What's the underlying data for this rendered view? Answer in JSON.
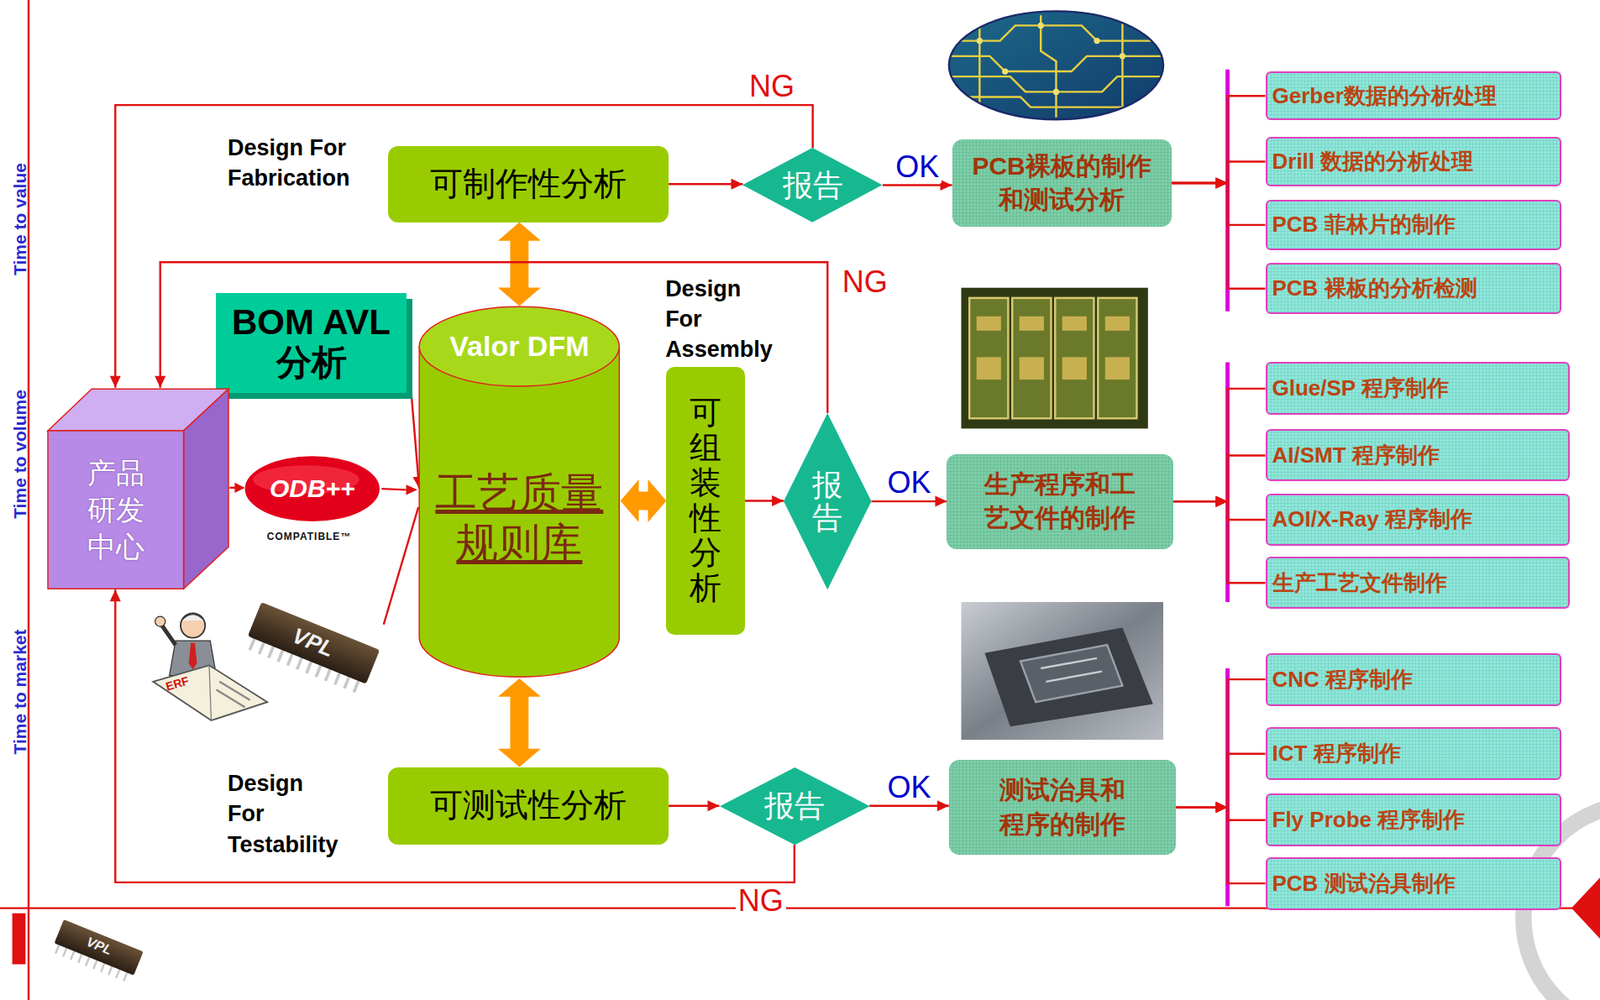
{
  "diagram": {
    "nodes": [
      {
        "text": [
          "可制作性分析"
        ]
      },
      {
        "text": [
          "报告"
        ]
      },
      {
        "text": [
          "PCB裸板的制作和测试分析"
        ]
      },
      {
        "text": [
          "Gerber数据的分析处理"
        ]
      },
      {
        "text": [
          "Drill 数据的分析处理"
        ]
      },
      {
        "text": [
          "PCB 菲林片的制作"
        ]
      },
      {
        "text": [
          "PCB 裸板的分析检测"
        ]
      },
      {
        "text": [
          "BOM AVL分析"
        ]
      },
      {
        "text": [
          "Valor DFM",
          "工艺质量规则库"
        ]
      },
      {
        "text": [
          "可组装性分析"
        ]
      },
      {
        "text": [
          "报告"
        ]
      },
      {
        "text": [
          "生产程序和工艺文件的制作"
        ]
      },
      {
        "text": [
          "Glue/SP 程序制作"
        ]
      },
      {
        "text": [
          "AI/SMT 程序制作"
        ]
      },
      {
        "text": [
          "AOI/X-Ray 程序制作"
        ]
      },
      {
        "text": [
          "生产工艺文件制作"
        ]
      },
      {
        "text": [
          "产品研发中心"
        ]
      },
      {
        "text": [
          "可测试性分析"
        ]
      },
      {
        "text": [
          "报告"
        ]
      },
      {
        "text": [
          "测试治具和程序的制作"
        ]
      },
      {
        "text": [
          "CNC 程序制作"
        ]
      },
      {
        "text": [
          "ICT 程序制作"
        ]
      },
      {
        "text": [
          "Fly Probe 程序制作"
        ]
      },
      {
        "text": [
          "PCB 测试治具制作"
        ]
      }
    ],
    "edges": [
      {
        "from": 0,
        "to": 1,
        "arrow": "to"
      },
      {
        "from": 1,
        "to": 2,
        "arrow": "to",
        "label": "OK"
      },
      {
        "from": 1,
        "to": 16,
        "arrow": "to",
        "label": "NG"
      },
      {
        "from": 2,
        "to": 3,
        "arrow": "to"
      },
      {
        "from": 2,
        "to": 4,
        "arrow": "to"
      },
      {
        "from": 2,
        "to": 5,
        "arrow": "to"
      },
      {
        "from": 2,
        "to": 6,
        "arrow": "to"
      },
      {
        "from": 7,
        "to": 8,
        "arrow": "to"
      },
      {
        "from": 8,
        "to": 0,
        "arrow": "both"
      },
      {
        "from": 8,
        "to": 9,
        "arrow": "both"
      },
      {
        "from": 8,
        "to": 17,
        "arrow": "both"
      },
      {
        "from": 9,
        "to": 10,
        "arrow": "to"
      },
      {
        "from": 10,
        "to": 11,
        "arrow": "to",
        "label": "OK"
      },
      {
        "from": 10,
        "to": 16,
        "arrow": "to",
        "label": "NG"
      },
      {
        "from": 11,
        "to": 12,
        "arrow": "to"
      },
      {
        "from": 11,
        "to": 13,
        "arrow": "to"
      },
      {
        "from": 11,
        "to": 14,
        "arrow": "to"
      },
      {
        "from": 11,
        "to": 15,
        "arrow": "to"
      },
      {
        "from": 17,
        "to": 18,
        "arrow": "to"
      },
      {
        "from": 18,
        "to": 19,
        "arrow": "to",
        "label": "OK"
      },
      {
        "from": 18,
        "to": 16,
        "arrow": "to",
        "label": "NG"
      },
      {
        "from": 19,
        "to": 20,
        "arrow": "to"
      },
      {
        "from": 19,
        "to": 21,
        "arrow": "to"
      },
      {
        "from": 19,
        "to": 22,
        "arrow": "to"
      },
      {
        "from": 19,
        "to": 23,
        "arrow": "to"
      }
    ],
    "labels": [
      "Time to value",
      "Time to volume",
      "Time to market",
      "Design For Fabrication",
      "Design For Assembly",
      "Design For Testability",
      "ODB++",
      "COMPATIBLE™",
      "VPL",
      "ERF",
      "VPL"
    ]
  }
}
